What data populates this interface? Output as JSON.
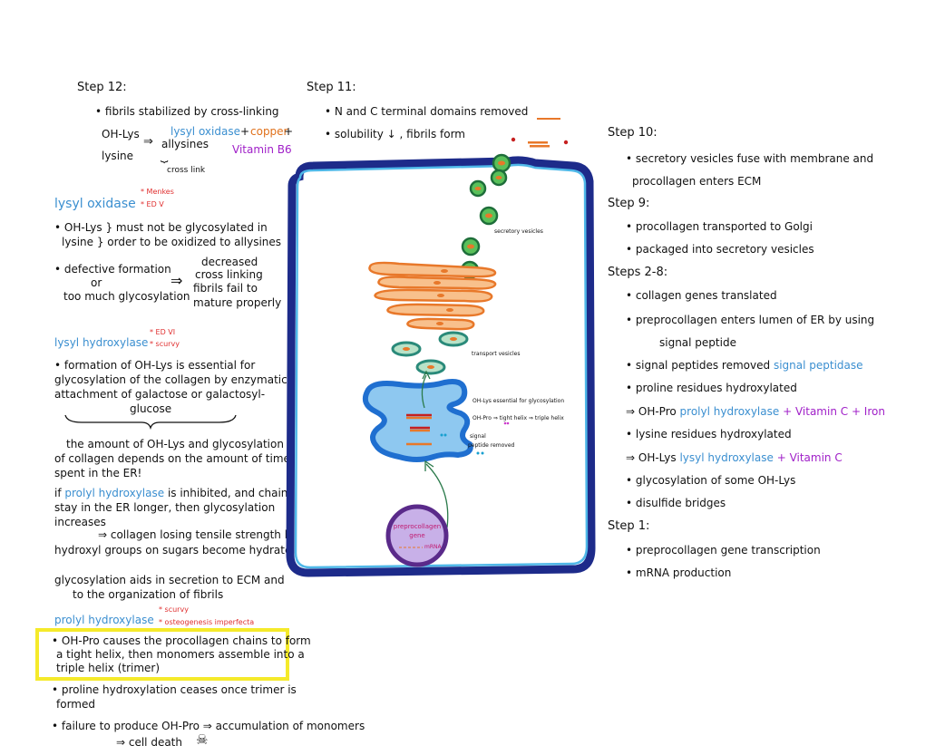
{
  "step12": {
    "heading": "Step 12:",
    "bullet1": "• fibrils stabilized by cross-linking",
    "ohlys": "OH-Lys",
    "lysine": "lysine",
    "lysyl_oxidase": "lysyl oxidase",
    "plus1": "+",
    "copper": "copper",
    "plus2": "+",
    "vitamin_b6": "Vitamin B6",
    "allysines": "allysines",
    "cross_link": "cross link"
  },
  "lysyl_oxidase_section": {
    "title": "lysyl oxidase",
    "note1": "* Menkes",
    "note2": "* ED V",
    "b1_line1": "• OH-Lys } must not be glycosylated in",
    "b1_line2": "lysine } order to be oxidized to allysines",
    "b2_left1": "• defective formation",
    "b2_left2": "or",
    "b2_left3": "too much glycosylation",
    "b2_right1": "decreased",
    "b2_right2": "cross linking",
    "b2_right3": "fibrils fail to",
    "b2_right4": "mature properly"
  },
  "lysyl_hydroxylase_section": {
    "title": "lysyl hydroxylase",
    "note1": "* ED VI",
    "note2": "* scurvy",
    "p1": "• formation of OH-Lys is essential for",
    "p2": "glycosylation of the collagen by enzymatic",
    "p3": "attachment of galactose or galactosyl-",
    "p4": "glucose",
    "q1": "the amount of OH-Lys and glycosylation",
    "q2": "of collagen depends on the amount of time",
    "q3": "spent in the ER!",
    "r1_pre": "if",
    "r1_enzyme": "prolyl hydroxylase",
    "r1_post": "is inhibited, and chains",
    "r2": "stay in the ER longer, then glycosylation",
    "r3": "increases",
    "r4": "⇒ collagen losing tensile strength b/c",
    "r5": "hydroxyl groups on sugars become hydrated",
    "s1": "glycosylation aids in secretion to ECM and",
    "s2": "to the organization of fibrils"
  },
  "prolyl_hydroxylase_section": {
    "title": "prolyl hydroxylase",
    "note1": "* scurvy",
    "note2": "* osteogenesis imperfecta",
    "hl1": "• OH-Pro causes the procollagen chains to form",
    "hl2": "a tight helix, then monomers assemble into a",
    "hl3": "triple helix (trimer)",
    "b2_1": "• proline hydroxylation ceases once trimer is",
    "b2_2": "formed",
    "b3_1": "• failure to produce OH-Pro ⇒ accumulation of monomers",
    "b3_2": "⇒ cell death"
  },
  "step11": {
    "heading": "Step 11:",
    "b1": "• N and C terminal domains removed",
    "b2": "• solubility ↓ , fibrils form"
  },
  "diagram": {
    "secretory_label": "secretory vesicles",
    "transport_label": "transport vesicles",
    "er_label1": "OH-Lys essential for glycosylation",
    "er_label2": "OH-Pro ⇒ tight helix ⇒ triple helix",
    "er_label3a": "signal",
    "er_label3b": "peptide removed",
    "nucleus1": "preprocollagen",
    "nucleus2": "gene",
    "mrna": "mRNA"
  },
  "right": {
    "step10": "Step 10:",
    "s10_1": "• secretory vesicles fuse with membrane and",
    "s10_2": "procollagen enters ECM",
    "step9": "Step 9:",
    "s9_1": "• procollagen transported to Golgi",
    "s9_2": "• packaged into secretory vesicles",
    "step28": "Steps 2-8:",
    "s8_1": "• collagen genes translated",
    "s8_2": "• preprocollagen enters lumen of ER by using",
    "s8_3": "signal peptide",
    "s8_4": "• signal peptides removed",
    "s8_4_enzyme": "signal peptidase",
    "s8_5": "• proline residues hydroxylated",
    "s8_6_pre": "⇒ OH-Pro",
    "s8_6_enzyme": "prolyl hydroxylase",
    "s8_6_cof": "+ Vitamin C + Iron",
    "s8_7": "• lysine residues hydroxylated",
    "s8_8_pre": "⇒ OH-Lys",
    "s8_8_enzyme": "lysyl hydroxylase",
    "s8_8_cof": "+ Vitamin C",
    "s8_9": "• glycosylation of some OH-Lys",
    "s8_10": "• disulfide bridges",
    "step1": "Step 1:",
    "s1_1": "• preprocollagen gene transcription",
    "s1_2": "• mRNA production"
  }
}
